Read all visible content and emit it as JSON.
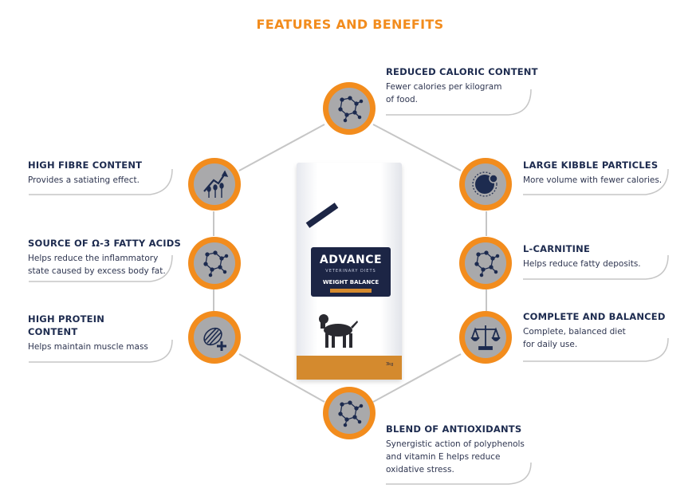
{
  "title": "FEATURES AND BENEFITS",
  "colors": {
    "accent": "#f28c1d",
    "navy": "#1d2b4f",
    "icon_bg": "#a9a9ab",
    "line": "#c6c6c6"
  },
  "features": {
    "reduced_caloric": {
      "title": "REDUCED CALORIC CONTENT",
      "line1": "Fewer calories per kilogram",
      "line2": "of food.",
      "icon": "molecule-icon"
    },
    "high_fibre": {
      "title": "HIGH FIBRE CONTENT",
      "line1": "Provides a satiating effect.",
      "icon": "fibre-wheat-icon"
    },
    "omega3": {
      "title": "SOURCE OF Ω-3 FATTY ACIDS",
      "line1": "Helps reduce the inflammatory",
      "line2": "state caused by excess body fat.",
      "icon": "molecule-icon"
    },
    "high_protein": {
      "title_line1": "HIGH PROTEIN",
      "title_line2": "CONTENT",
      "line1": "Helps maintain muscle mass",
      "icon": "muscle-plus-icon"
    },
    "large_kibble": {
      "title": "LARGE KIBBLE PARTICLES",
      "line1": "More volume with fewer calories.",
      "icon": "kibble-icon"
    },
    "l_carnitine": {
      "title": "L-CARNITINE",
      "line1": "Helps reduce fatty deposits.",
      "icon": "molecule-icon"
    },
    "complete_balanced": {
      "title": "COMPLETE AND BALANCED",
      "line1": "Complete, balanced diet",
      "line2": "for daily use.",
      "icon": "scale-icon"
    },
    "antioxidants": {
      "title": "BLEND OF ANTIOXIDANTS",
      "line1": "Synergistic action of polyphenols",
      "line2": "and vitamin E helps reduce",
      "line3": "oxidative stress.",
      "icon": "molecule-icon"
    }
  },
  "product": {
    "brand": "ADVANCE",
    "subtitle": "VETERINARY DIETS",
    "variant": "WEIGHT BALANCE",
    "weight": "3kg"
  }
}
